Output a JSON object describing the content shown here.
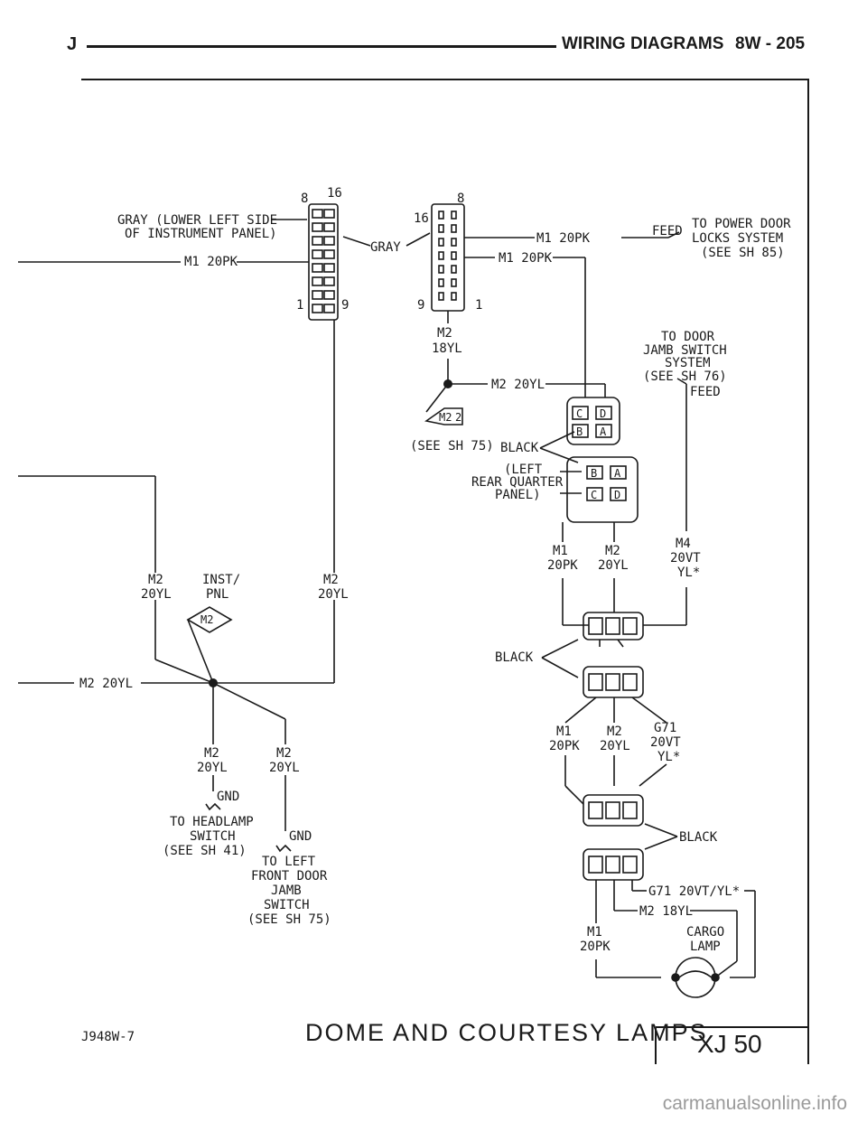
{
  "header": {
    "letter": "J",
    "title": "WIRING DIAGRAMS",
    "page": "8W - 205"
  },
  "labels": {
    "gray_lower_left_1": "GRAY (LOWER LEFT SIDE",
    "gray_lower_left_2": "OF INSTRUMENT PANEL)",
    "c_left_pin_top": "8",
    "c_left_pin_top2": "16",
    "c_left_pin_bot": "1",
    "c_left_pin_bot2": "9",
    "c_mid_pin_top": "8",
    "c_mid_pin_top2": "16",
    "c_mid_pin_bot": "9",
    "c_mid_pin_bot2": "1",
    "gray_right": "GRAY",
    "m1_20pk_left": "M1 20PK",
    "m1_20pk_top": "M1 20PK",
    "m1_20pk_second": "M1 20PK",
    "feed_top": "FEED",
    "power_door_1": "TO POWER DOOR",
    "power_door_2": "LOCKS SYSTEM",
    "power_door_3": "(SEE SH 85)",
    "m2_18yl_a": "M2",
    "m2_18yl_b": "18YL",
    "door_jamb_1": "TO DOOR",
    "door_jamb_2": "JAMB SWITCH",
    "door_jamb_3": "SYSTEM",
    "door_jamb_4": "(SEE SH 76)",
    "feed_right": "FEED",
    "m2_20yl_splice": "M2 20YL",
    "splice_m2": "M2",
    "splice_2": "2",
    "see_sh_75_a": "(SEE SH 75)",
    "black_1": "BLACK",
    "left_rear_1": "(LEFT",
    "left_rear_2": "REAR QUARTER",
    "left_rear_3": "PANEL)",
    "c_upper": [
      "C",
      "D",
      "B",
      "A"
    ],
    "c_lower": [
      "B",
      "A",
      "C",
      "D"
    ],
    "m1_mid_a": "M1",
    "m1_mid_b": "20PK",
    "m2_mid_a": "M2",
    "m2_mid_b": "20YL",
    "m4_a": "M4",
    "m4_b": "20VT",
    "m4_c": "YL*",
    "left_m2_a": "M2",
    "left_m2_b": "20YL",
    "inst_a": "INST/",
    "inst_b": "PNL",
    "right_m2_a": "M2",
    "right_m2_b": "20YL",
    "diamond_m2": "M2",
    "m2_20yl_left": "M2 20YL",
    "black_2": "BLACK",
    "m1_low_a": "M1",
    "m1_low_b": "20PK",
    "m2_low_a": "M2",
    "m2_low_b": "20YL",
    "g71_a": "G71",
    "g71_b": "20VT",
    "g71_c": "YL*",
    "gnd_m2a_a": "M2",
    "gnd_m2a_b": "20YL",
    "gnd_m2b_a": "M2",
    "gnd_m2b_b": "20YL",
    "gnd_1": "GND",
    "gnd_2": "GND",
    "headlamp_1": "TO HEADLAMP",
    "headlamp_2": "SWITCH",
    "headlamp_3": "(SEE SH 41)",
    "left_door_1": "TO LEFT",
    "left_door_2": "FRONT DOOR",
    "left_door_3": "JAMB",
    "left_door_4": "SWITCH",
    "left_door_5": "(SEE SH 75)",
    "black_3": "BLACK",
    "g71_long": "G71 20VT/YL*",
    "m2_18yl_low": "M2 18YL",
    "m1_cargo_a": "M1",
    "m1_cargo_b": "20PK",
    "cargo_a": "CARGO",
    "cargo_b": "LAMP"
  },
  "footer": {
    "code": "J948W-7",
    "title": "DOME AND COURTESY LAMPS",
    "model": "XJ 50"
  },
  "watermark": "carmanualsonline.info"
}
